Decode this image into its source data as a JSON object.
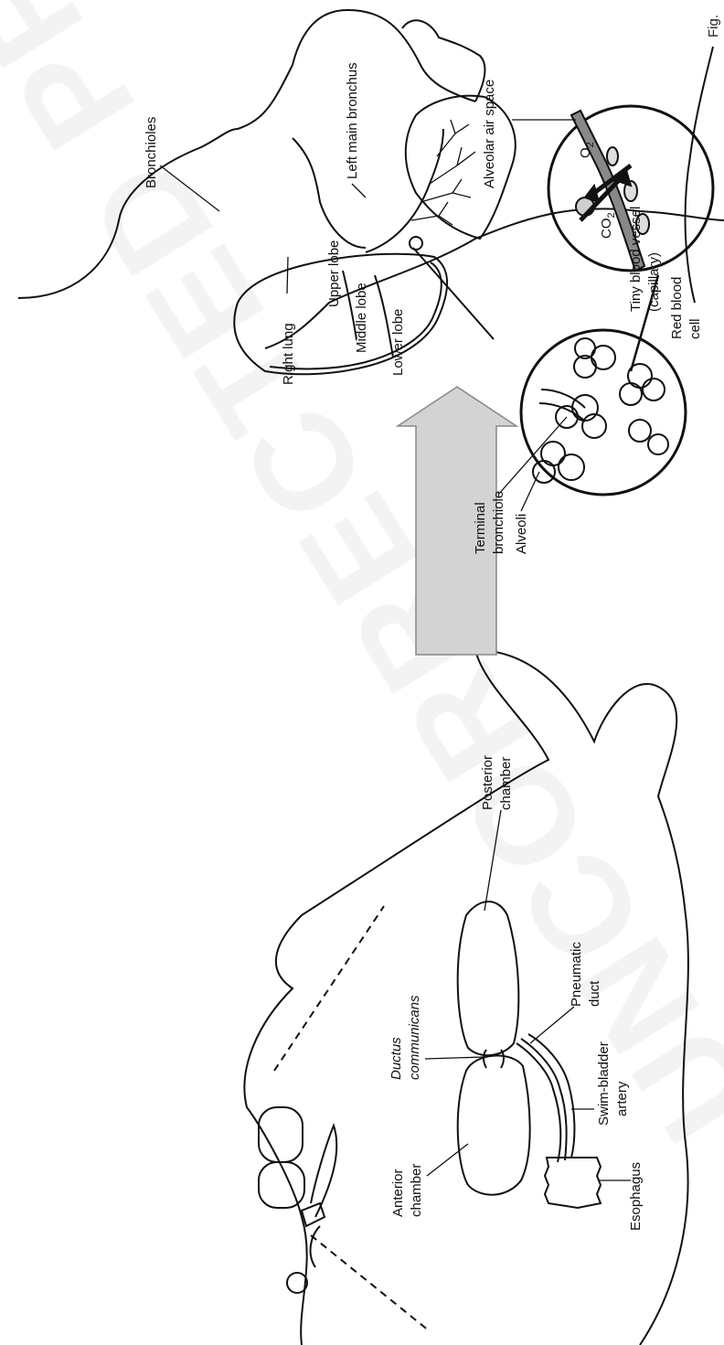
{
  "watermark": "UNCORRECTED PROOF",
  "caption": "Fig.",
  "fish": {
    "anterior_chamber": [
      "Anterior",
      "chamber"
    ],
    "posterior_chamber": [
      "Posterior",
      "chamber"
    ],
    "ductus": [
      "Ductus",
      "communicans"
    ],
    "pneumatic_duct": [
      "Pneumatic",
      "duct"
    ],
    "swim_bladder_artery": [
      "Swim-bladder",
      "artery"
    ],
    "esophagus": "Esophagus"
  },
  "human": {
    "bronchioles": "Bronchioles",
    "left_main_bronchus": "Left main bronchus",
    "alveolar_air_space": "Alveolar air space",
    "right_lung": "Right lung",
    "upper_lobe": "Upper lobe",
    "middle_lobe": "Middle lobe",
    "lower_lobe": "Lower lobe",
    "terminal_bronchiole": [
      "Terminal",
      "bronchiole"
    ],
    "alveoli": "Alveoli",
    "capillary": [
      "Tiny blood vessel",
      "(capillary)"
    ],
    "red_blood_cell": [
      "Red blood",
      "cell"
    ],
    "o2": "O",
    "co2": "CO",
    "subscript": "2"
  }
}
